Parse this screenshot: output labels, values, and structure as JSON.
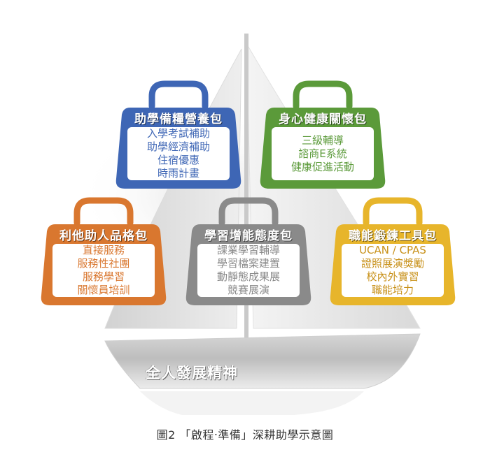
{
  "packages": [
    {
      "id": "blue",
      "title": "助學備糧營養包",
      "color": "#3e66b5",
      "items": [
        "入學考試補助",
        "助學經濟補助",
        "住宿優惠",
        "時雨計畫"
      ]
    },
    {
      "id": "green",
      "title": "身心健康關懷包",
      "color": "#5b9a3a",
      "items": [
        "三級輔導",
        "諮商E系統",
        "健康促進活動"
      ]
    },
    {
      "id": "orange",
      "title": "利他助人品格包",
      "color": "#d9772f",
      "items": [
        "直接服務",
        "服務性社團",
        "服務學習",
        "關懷員培訓"
      ]
    },
    {
      "id": "gray",
      "title": "學習增能態度包",
      "color": "#8a8a8a",
      "items": [
        "課業學習輔導",
        "學習檔案建置",
        "動靜態成果展",
        "競賽展演"
      ]
    },
    {
      "id": "yellow",
      "title": "職能鍛鍊工具包",
      "color": "#e7b52b",
      "items": [
        "UCAN / CPAS",
        "證照展演獎勵",
        "校內外實習",
        "職能培力"
      ]
    }
  ],
  "hull_text": "全人發展精神",
  "caption": "圖2 「啟程‧準備」深耕助學示意圖"
}
